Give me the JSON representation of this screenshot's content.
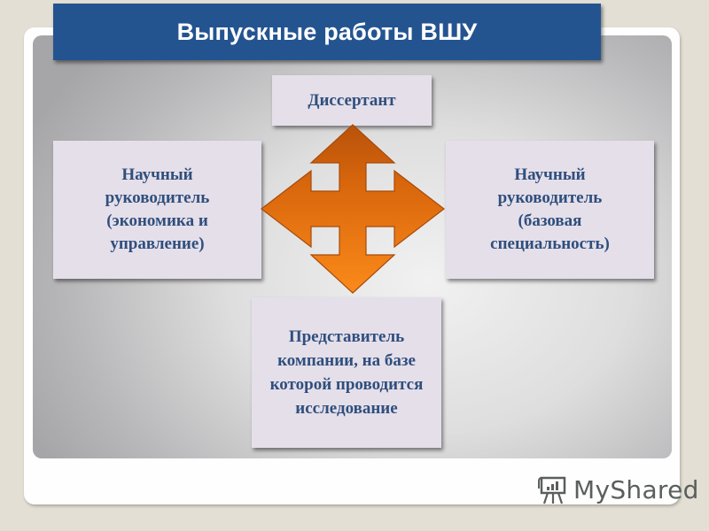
{
  "slide": {
    "title": "Выпускные работы ВШУ",
    "colors": {
      "title_bar": "#245490",
      "box_fill": "#e5dfea",
      "box_text": "#2f4f7d",
      "arrow": "#e8700f",
      "background": "#e3dfd4"
    }
  },
  "diagram": {
    "center_icon": "four-way-arrow-icon",
    "nodes": {
      "top": "Диссертант",
      "left": [
        "Научный",
        "руководитель",
        "(экономика и",
        "управление)"
      ],
      "right": [
        "Научный",
        "руководитель",
        "(базовая",
        "специальность)"
      ],
      "bottom": [
        "Представитель",
        "компании, на базе",
        "которой проводится",
        "исследование"
      ]
    }
  },
  "watermark": {
    "icon": "presentation-board-icon",
    "text": "MyShared"
  }
}
